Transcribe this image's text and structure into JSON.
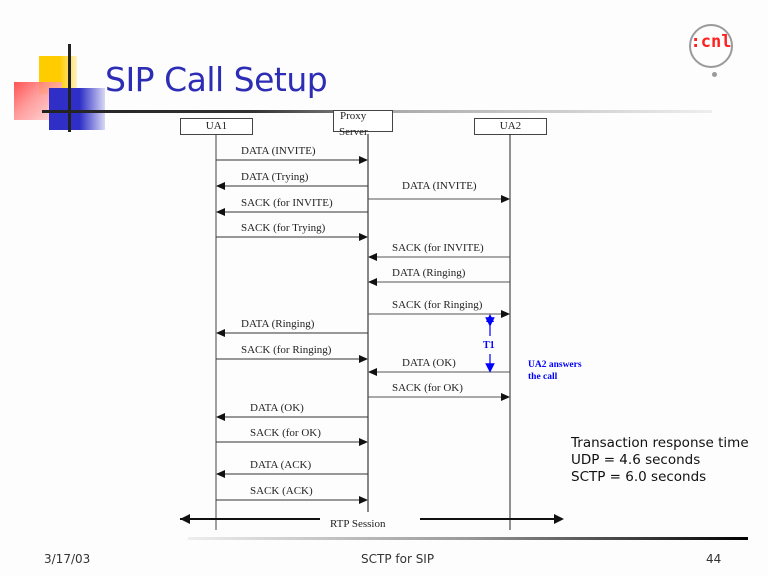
{
  "slide": {
    "title": "SIP Call Setup",
    "logo_text": ":cnl",
    "logo_icon": "cnl-logo-icon"
  },
  "diagram": {
    "participants": [
      {
        "id": "ua1",
        "label": "UA1"
      },
      {
        "id": "proxy",
        "label_line1": "Proxy",
        "label_line2": "Server"
      },
      {
        "id": "ua2",
        "label": "UA2"
      }
    ],
    "messages": [
      {
        "from": "ua1",
        "to": "proxy",
        "label": "DATA (INVITE)"
      },
      {
        "from": "proxy",
        "to": "ua1",
        "label": "DATA (Trying)"
      },
      {
        "from": "proxy",
        "to": "ua2",
        "label": "DATA (INVITE)"
      },
      {
        "from": "proxy",
        "to": "ua1",
        "label": "SACK (for INVITE)"
      },
      {
        "from": "ua1",
        "to": "proxy",
        "label": "SACK (for Trying)"
      },
      {
        "from": "ua2",
        "to": "proxy",
        "label": "SACK (for INVITE)"
      },
      {
        "from": "ua2",
        "to": "proxy",
        "label": "DATA (Ringing)"
      },
      {
        "from": "proxy",
        "to": "ua2",
        "label": "SACK (for Ringing)"
      },
      {
        "from": "proxy",
        "to": "ua1",
        "label": "DATA (Ringing)"
      },
      {
        "from": "ua1",
        "to": "proxy",
        "label": "SACK (for Ringing)"
      },
      {
        "from": "ua2",
        "to": "proxy",
        "label": "DATA (OK)"
      },
      {
        "from": "proxy",
        "to": "ua2",
        "label": "SACK (for OK)"
      },
      {
        "from": "proxy",
        "to": "ua1",
        "label": "DATA (OK)"
      },
      {
        "from": "ua1",
        "to": "proxy",
        "label": "SACK (for OK)"
      },
      {
        "from": "proxy",
        "to": "ua1",
        "label": "DATA (ACK)"
      },
      {
        "from": "ua1",
        "to": "proxy",
        "label": "SACK (ACK)"
      }
    ],
    "timer_label": "T1",
    "annotation_line1": "UA2 answers",
    "annotation_line2": "the call",
    "rtp_label": "RTP Session",
    "accent_color": "#0000ff"
  },
  "notes": {
    "line1": "Transaction response time",
    "line2": "UDP = 4.6 seconds",
    "line3": "SCTP = 6.0 seconds"
  },
  "footer": {
    "date": "3/17/03",
    "center": "SCTP for SIP",
    "page": "44"
  }
}
